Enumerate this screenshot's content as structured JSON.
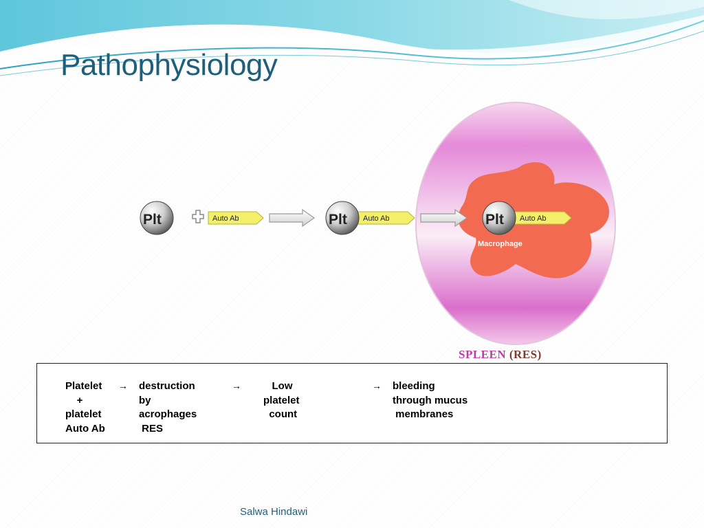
{
  "slide": {
    "title": "Pathophysiology",
    "footer": "Salwa Hindawi"
  },
  "diagram": {
    "plt_label": "Plt",
    "auto_ab_label": "Auto Ab",
    "plus_symbol": "+",
    "macrophage_label": "Macrophage",
    "spleen_label": "SPLEEN",
    "res_label": "(RES)",
    "colors": {
      "spleen_pink": "#e98fd8",
      "macrophage": "#f26a4f",
      "auto_ab_yellow": "#f4ef6a"
    }
  },
  "flow": {
    "arrow_symbol": "→",
    "col1": [
      "Platelet",
      "    +",
      "platelet",
      "Auto Ab"
    ],
    "col2": [
      "destruction",
      "by",
      "acrophages",
      " RES"
    ],
    "col3": [
      "   Low",
      "platelet",
      "  count"
    ],
    "col4": [
      "bleeding",
      "through mucus",
      " membranes"
    ]
  }
}
